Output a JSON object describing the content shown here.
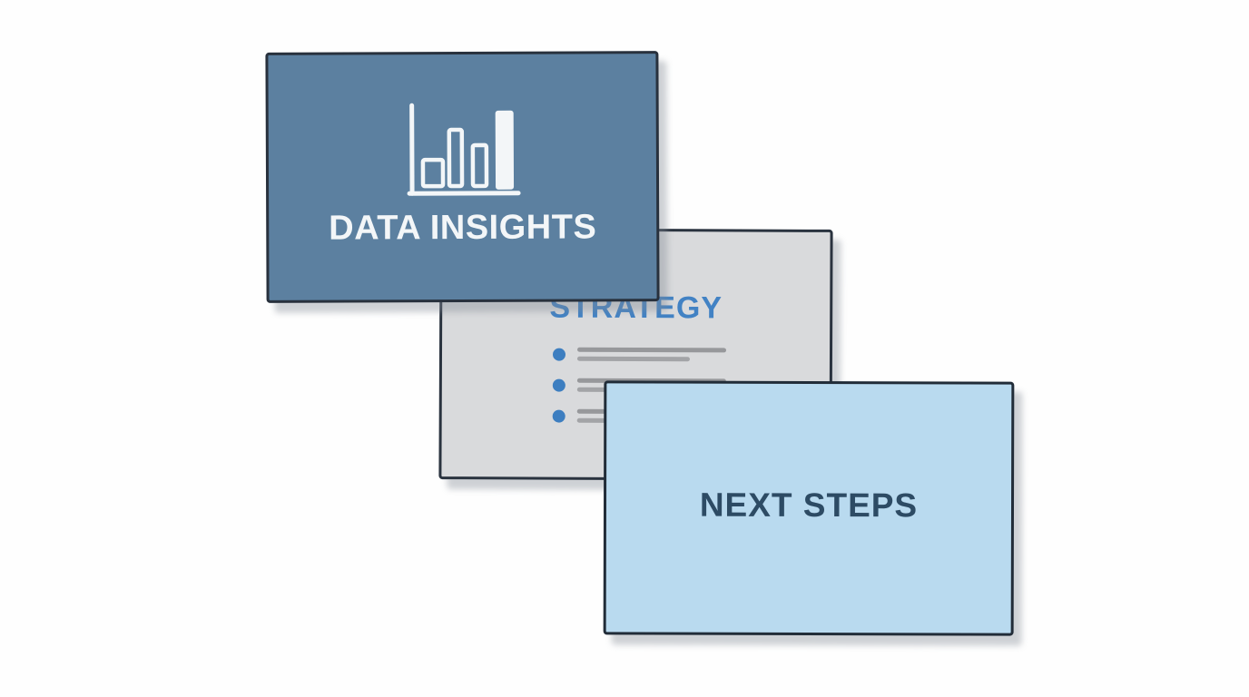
{
  "scene": {
    "background": "#fefefe",
    "description": "Three overlapping presentation slide cards"
  },
  "cards": {
    "insights": {
      "title": "DATA INSIGHTS",
      "fill": "#5c80a0",
      "border_color": "#28313d",
      "title_color": "#f3f6f8",
      "icon": "bar-chart-icon",
      "icon_color": "#f3f6f8"
    },
    "strategy": {
      "title": "STRATEGY",
      "fill": "#d9dadc",
      "border_color": "#2a333f",
      "title_color": "#4282c4",
      "bullets": {
        "dot_color": "#3d7ec0",
        "line_color_primary": "#97989b",
        "line_color_secondary": "#a3a4a7",
        "items": [
          {
            "line_widths": [
              164,
              124
            ]
          },
          {
            "line_widths": [
              164,
              136
            ]
          },
          {
            "line_widths": [
              150,
              118
            ]
          }
        ]
      }
    },
    "next_steps": {
      "title": "NEXT STEPS",
      "fill": "#b9daef",
      "border_color": "#212c38",
      "title_color": "#2d4b64"
    }
  }
}
